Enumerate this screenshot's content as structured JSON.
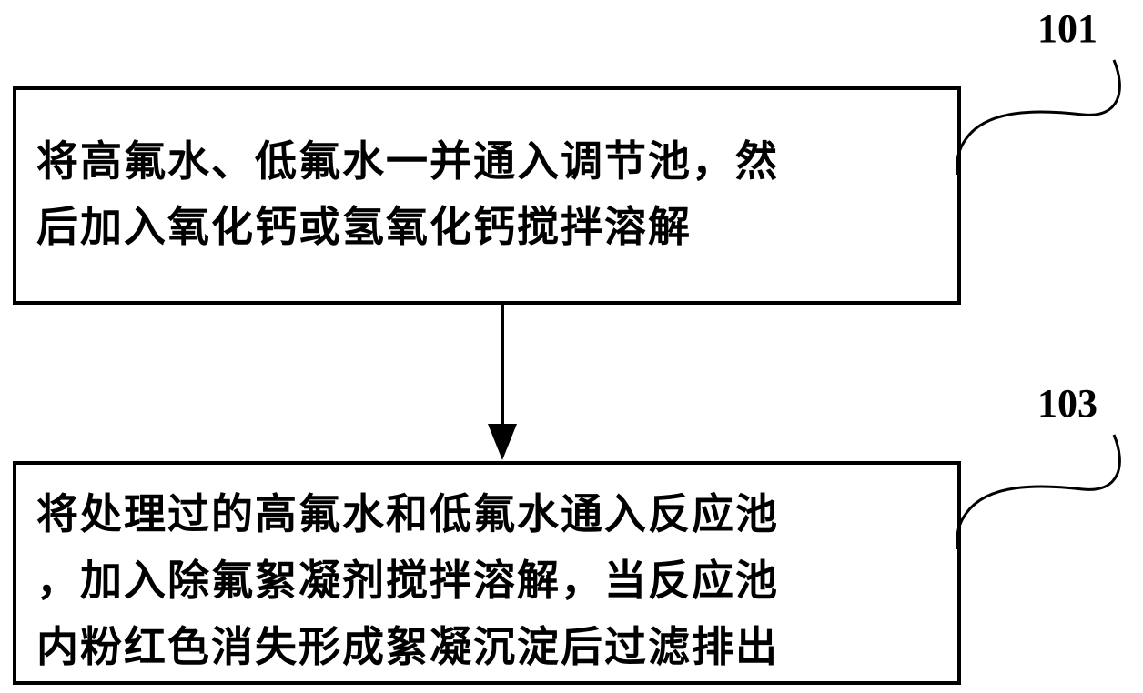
{
  "steps": [
    {
      "ref": "101",
      "lines": [
        "将高氟水、低氟水一并通入调节池，然",
        "后加入氧化钙或氢氧化钙搅拌溶解"
      ]
    },
    {
      "ref": "103",
      "lines": [
        "将处理过的高氟水和低氟水通入反应池",
        "，加入除氟絮凝剂搅拌溶解，当反应池",
        "内粉红色消失形成絮凝沉淀后过滤排出"
      ]
    }
  ]
}
